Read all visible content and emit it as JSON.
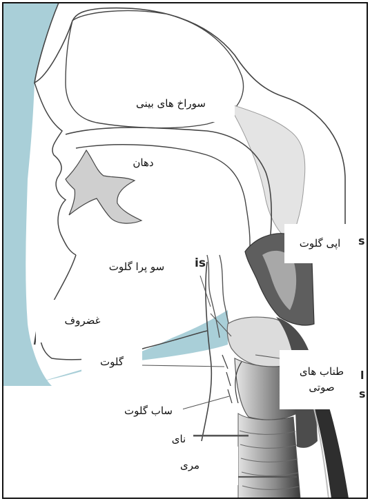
{
  "labels": {
    "nostrils": "سوراخ های بینی",
    "mouth": "دهان",
    "epiglottis": "اپی گلوت",
    "supraglottis": "سو پرا گلوت",
    "cartilage": "غضروف",
    "glottis": "گلوت",
    "vocal_cords_line1": "طناب های",
    "vocal_cords_line2": "صوتی",
    "subglottis": "ساب گلوت",
    "trachea": "نای",
    "esophagus": "مری"
  },
  "fragments": {
    "is": "is",
    "s1": "s",
    "l": "l",
    "s2": "s"
  },
  "colors": {
    "background": "#a9cfd8",
    "tissue": "#ffffff",
    "outline": "#444444",
    "shadow": "#cfcfcf",
    "larynx_dark": "#6f6f6f",
    "larynx_light": "#bcbcbc",
    "label_bg": "#ffffff",
    "frame": "#111111"
  }
}
